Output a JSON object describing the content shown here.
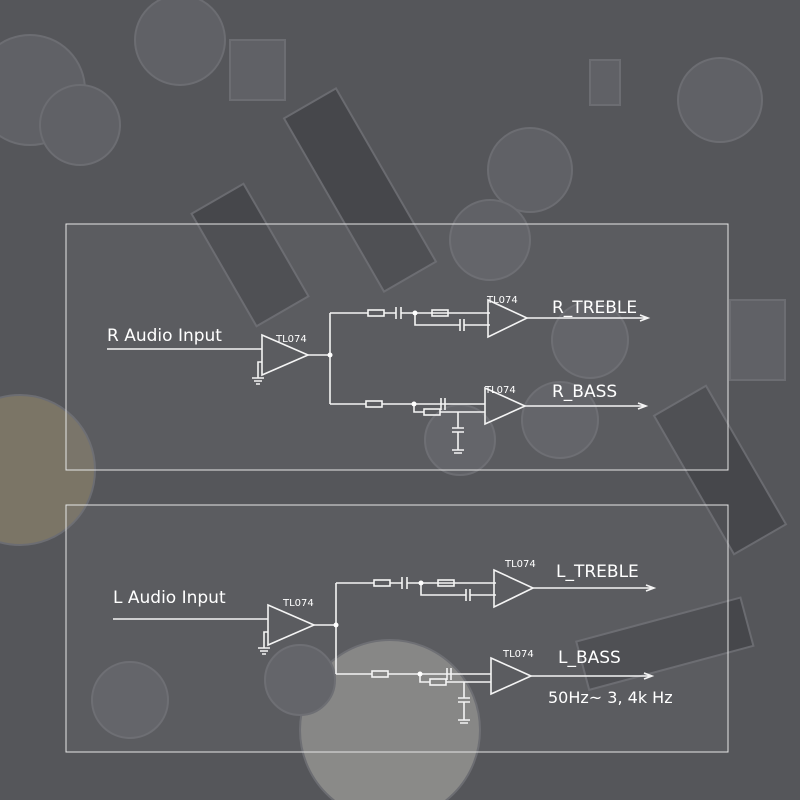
{
  "right_channel": {
    "input_label": "R  Audio Input",
    "opamp_input": "TL074",
    "opamp_treble": "TL074",
    "opamp_bass": "TL074",
    "treble_label": "R_TREBLE",
    "bass_label": "R_BASS"
  },
  "left_channel": {
    "input_label": "L  Audio Input",
    "opamp_input": "TL074",
    "opamp_treble": "TL074",
    "opamp_bass": "TL074",
    "treble_label": "L_TREBLE",
    "bass_label": "L_BASS",
    "frequency_range": "50Hz~  3, 4k Hz"
  }
}
